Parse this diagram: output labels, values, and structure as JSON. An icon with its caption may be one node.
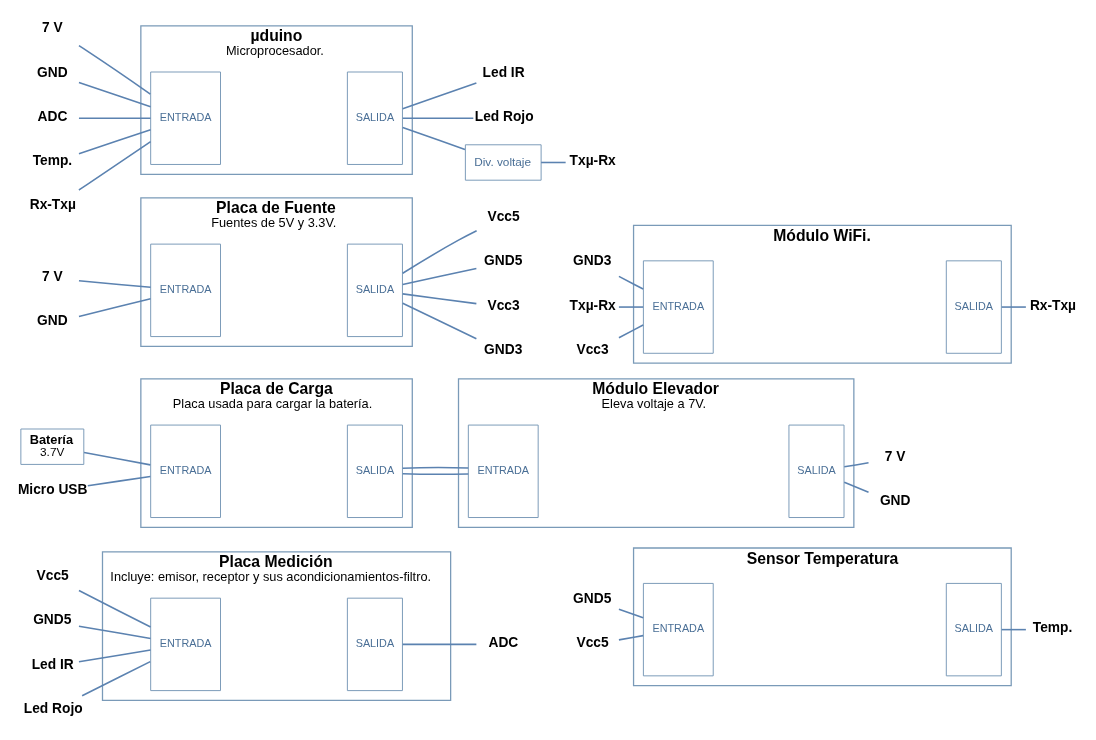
{
  "diagram": {
    "nodes": [
      {
        "text": [
          "Placa Medición",
          "Incluye: emisor, receptor y sus acondicionamientos-filtro."
        ]
      },
      {
        "text": [
          "ENTRADA"
        ],
        "in": 0
      },
      {
        "text": [
          "SALIDA"
        ],
        "in": 0
      },
      {
        "text": [
          "Vcc5"
        ]
      },
      {
        "text": [
          "GND5"
        ]
      },
      {
        "text": [
          "Led IR"
        ]
      },
      {
        "text": [
          "Led Rojo"
        ]
      },
      {
        "text": [
          "ADC"
        ]
      },
      {
        "text": [
          "Sensor Temperatura"
        ]
      },
      {
        "text": [
          "ENTRADA"
        ],
        "in": 8
      },
      {
        "text": [
          "SALIDA"
        ],
        "in": 8
      },
      {
        "text": [
          "Vcc5"
        ]
      },
      {
        "text": [
          "GND5"
        ]
      },
      {
        "text": [
          "Temp."
        ]
      },
      {
        "text": [
          "Batería",
          "3.7V"
        ]
      },
      {
        "text": [
          "Placa de Carga",
          "Placa usada para cargar la batería."
        ]
      },
      {
        "text": [
          "ENTRADA"
        ],
        "in": 15
      },
      {
        "text": [
          "SALIDA"
        ],
        "in": 15
      },
      {
        "text": [
          "Micro USB"
        ]
      },
      {
        "text": [
          "Módulo Elevador",
          "Eleva voltaje a 7V."
        ]
      },
      {
        "text": [
          "ENTRADA"
        ],
        "in": 19
      },
      {
        "text": [
          "SALIDA"
        ],
        "in": 19
      },
      {
        "text": [
          "7 V"
        ]
      },
      {
        "text": [
          "GND"
        ]
      },
      {
        "text": [
          "Placa de Fuente",
          "Fuentes de 5V y 3.3V."
        ]
      },
      {
        "text": [
          "ENTRADA"
        ],
        "in": 24
      },
      {
        "text": [
          "SALIDA"
        ],
        "in": 24
      },
      {
        "text": [
          "7 V"
        ]
      },
      {
        "text": [
          "GND"
        ]
      },
      {
        "text": [
          "Vcc5"
        ]
      },
      {
        "text": [
          "GND5"
        ]
      },
      {
        "text": [
          "Vcc3"
        ]
      },
      {
        "text": [
          "GND3"
        ]
      },
      {
        "text": [
          "Módulo WiFi."
        ]
      },
      {
        "text": [
          "ENTRADA"
        ],
        "in": 33
      },
      {
        "text": [
          "SALIDA"
        ],
        "in": 33
      },
      {
        "text": [
          "Vcc3"
        ]
      },
      {
        "text": [
          "GND3"
        ]
      },
      {
        "text": [
          "Txµ-Rx"
        ]
      },
      {
        "text": [
          "Rx-Txµ"
        ]
      },
      {
        "text": [
          "µduino",
          "Microprocesador."
        ]
      },
      {
        "text": [
          "ENTRADA"
        ],
        "in": 40
      },
      {
        "text": [
          "SALIDA"
        ],
        "in": 40
      },
      {
        "text": [
          "7 V"
        ]
      },
      {
        "text": [
          "GND"
        ]
      },
      {
        "text": [
          "ADC"
        ]
      },
      {
        "text": [
          "Temp."
        ]
      },
      {
        "text": [
          "Rx-Txµ"
        ]
      },
      {
        "text": [
          "Led IR"
        ]
      },
      {
        "text": [
          "Led Rojo"
        ]
      },
      {
        "text": [
          "Div. voltaje"
        ]
      },
      {
        "text": [
          "Txµ-Rx"
        ]
      }
    ],
    "edges": [
      {
        "from": 3,
        "to": 1,
        "arrow": "none"
      },
      {
        "from": 4,
        "to": 1,
        "arrow": "none"
      },
      {
        "from": 5,
        "to": 1,
        "arrow": "none"
      },
      {
        "from": 6,
        "to": 1,
        "arrow": "none"
      },
      {
        "from": 2,
        "to": 7,
        "arrow": "none"
      },
      {
        "from": 11,
        "to": 9,
        "arrow": "none"
      },
      {
        "from": 12,
        "to": 9,
        "arrow": "none"
      },
      {
        "from": 10,
        "to": 13,
        "arrow": "none"
      },
      {
        "from": 14,
        "to": 16,
        "arrow": "none"
      },
      {
        "from": 18,
        "to": 16,
        "arrow": "none"
      },
      {
        "from": 17,
        "to": 20,
        "arrow": "none"
      },
      {
        "from": 17,
        "to": 20,
        "arrow": "none"
      },
      {
        "from": 21,
        "to": 22,
        "arrow": "none"
      },
      {
        "from": 21,
        "to": 23,
        "arrow": "none"
      },
      {
        "from": 27,
        "to": 25,
        "arrow": "none"
      },
      {
        "from": 28,
        "to": 25,
        "arrow": "none"
      },
      {
        "from": 26,
        "to": 29,
        "arrow": "none"
      },
      {
        "from": 26,
        "to": 30,
        "arrow": "none"
      },
      {
        "from": 26,
        "to": 31,
        "arrow": "none"
      },
      {
        "from": 26,
        "to": 32,
        "arrow": "none"
      },
      {
        "from": 36,
        "to": 34,
        "arrow": "none"
      },
      {
        "from": 37,
        "to": 34,
        "arrow": "none"
      },
      {
        "from": 38,
        "to": 34,
        "arrow": "none"
      },
      {
        "from": 35,
        "to": 39,
        "arrow": "none"
      },
      {
        "from": 43,
        "to": 41,
        "arrow": "none"
      },
      {
        "from": 44,
        "to": 41,
        "arrow": "none"
      },
      {
        "from": 45,
        "to": 41,
        "arrow": "none"
      },
      {
        "from": 46,
        "to": 41,
        "arrow": "none"
      },
      {
        "from": 47,
        "to": 41,
        "arrow": "none"
      },
      {
        "from": 42,
        "to": 48,
        "arrow": "none"
      },
      {
        "from": 42,
        "to": 49,
        "arrow": "none"
      },
      {
        "from": 42,
        "to": 50,
        "arrow": "none"
      },
      {
        "from": 50,
        "to": 51,
        "arrow": "none"
      }
    ]
  }
}
